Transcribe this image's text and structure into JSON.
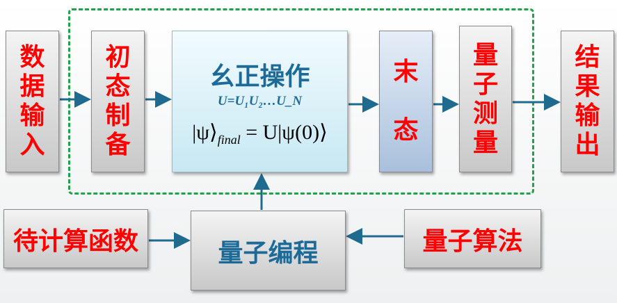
{
  "top_row": {
    "data_input": "数据输入",
    "state_prep": "初态制备",
    "unitary": {
      "title": "幺正操作",
      "formula1": "U=U₁U₂…U_N",
      "formula2_left": "|ψ⟩",
      "formula2_sub": "final",
      "formula2_right": " = U|ψ(0)⟩"
    },
    "final_state": "末态",
    "measurement": "量子测量",
    "output": "结果输出"
  },
  "bottom_row": {
    "function": "待计算函数",
    "programming": "量子编程",
    "algorithm": "量子算法"
  },
  "colors": {
    "arrow": "#1f6a8f",
    "red_text": "#ff0000",
    "dash": "#1fa34a",
    "blue_text": "#1c6a98"
  }
}
